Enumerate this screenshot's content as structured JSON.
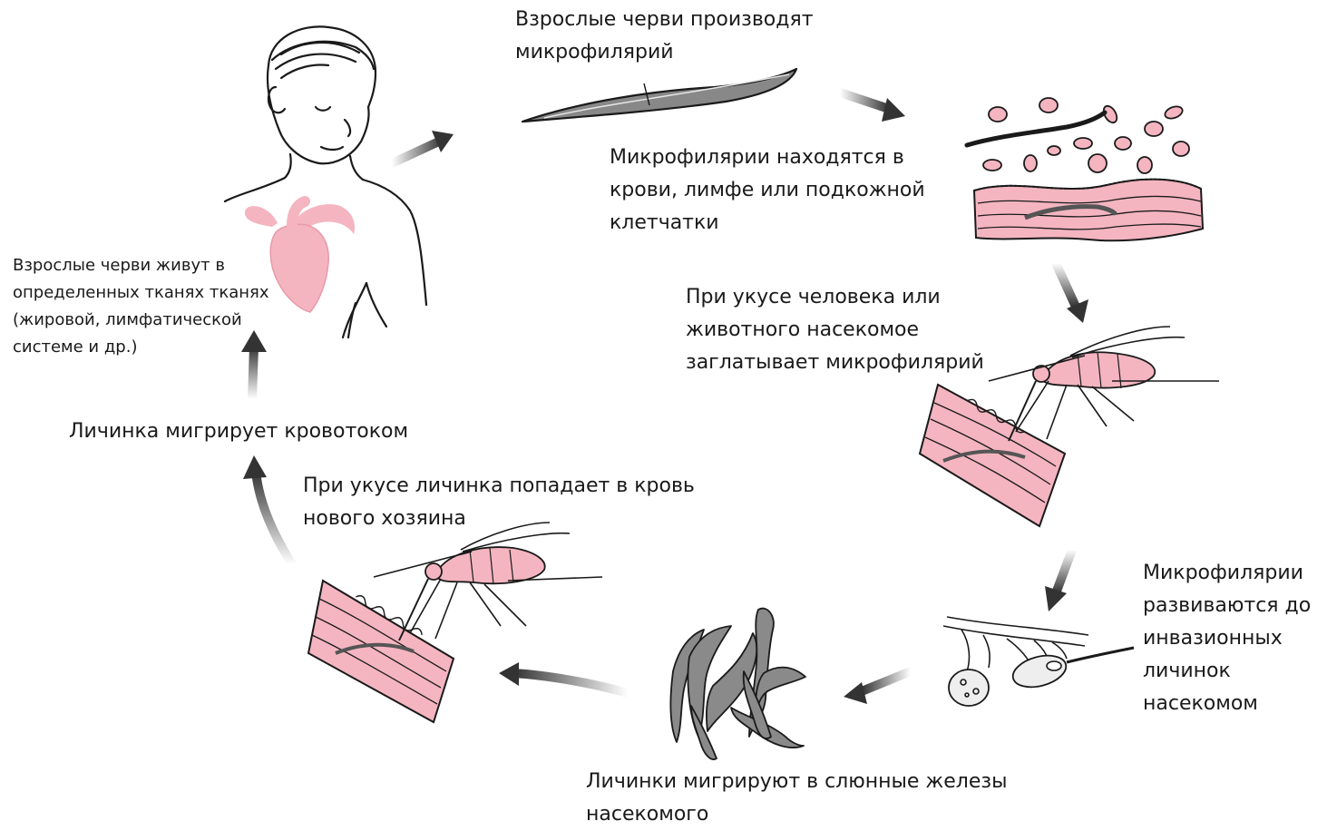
{
  "diagram": {
    "steps": [
      {
        "text": "Взрослые черви производят\nмикрофилярий"
      },
      {
        "text": "Микрофилярии находятся в\nкрови, лимфе или подкожной\nклетчатки"
      },
      {
        "text": "При укусе человека или\nживотного насекомое\nзаглатывает микрофилярий"
      },
      {
        "text": "Микрофилярии\nразвиваются до\nинвазионных\nличинок\nнасекомом"
      },
      {
        "text": "Личинки мигрируют в слюнные железы\nнасекомого"
      },
      {
        "text": "При укусе личинка попадает в кровь\nнового хозяина"
      },
      {
        "text": "Личинка мигрирует  кровотоком"
      },
      {
        "text": "Взрослые черви живут в\nопределенных тканях тканях\n(жировой, лимфатической\nсистеме и др.)"
      }
    ],
    "colors": {
      "pink": "#f4b5c0",
      "pink_stroke": "#c98090",
      "dark": "#1a1a1a",
      "worm_gray": "#777777"
    }
  }
}
